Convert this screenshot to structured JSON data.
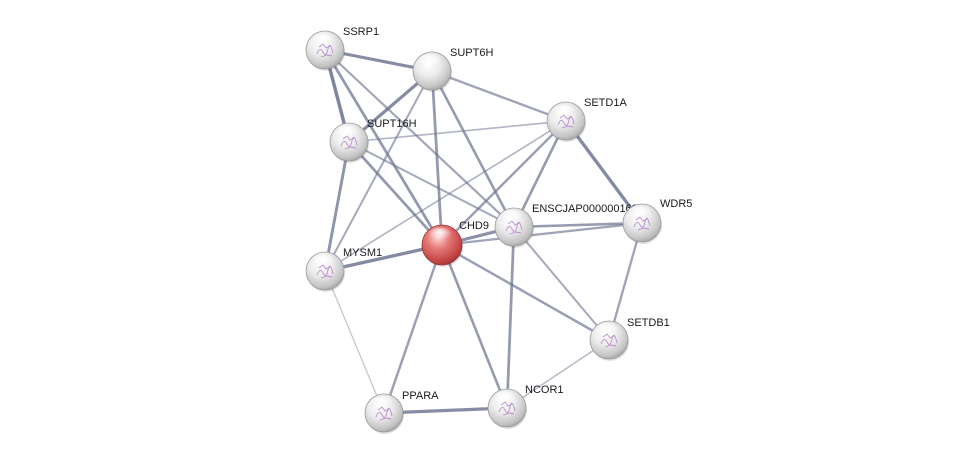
{
  "network": {
    "query_color": "#e06666",
    "node_color": "#e8e8e8",
    "edge_color": "#6b7390",
    "nodes": [
      {
        "id": "SSRP1",
        "label": "SSRP1",
        "query": false,
        "structure": true
      },
      {
        "id": "SUPT6H",
        "label": "SUPT6H",
        "query": false,
        "structure": false
      },
      {
        "id": "SETD1A",
        "label": "SETD1A",
        "query": false,
        "structure": true
      },
      {
        "id": "SUPT16H",
        "label": "SUPT16H",
        "query": false,
        "structure": true
      },
      {
        "id": "ENSCJAP00000016258",
        "label": "ENSCJAP00000016258",
        "query": false,
        "structure": true
      },
      {
        "id": "WDR5",
        "label": "WDR5",
        "query": false,
        "structure": true
      },
      {
        "id": "CHD9",
        "label": "CHD9",
        "query": true,
        "structure": false
      },
      {
        "id": "MYSM1",
        "label": "MYSM1",
        "query": false,
        "structure": true
      },
      {
        "id": "SETDB1",
        "label": "SETDB1",
        "query": false,
        "structure": true
      },
      {
        "id": "NCOR1",
        "label": "NCOR1",
        "query": false,
        "structure": true
      },
      {
        "id": "PPARA",
        "label": "PPARA",
        "query": false,
        "structure": true
      }
    ],
    "edges": [
      {
        "source": "SSRP1",
        "target": "SUPT6H",
        "confidence": 0.85
      },
      {
        "source": "SSRP1",
        "target": "SUPT16H",
        "confidence": 0.95
      },
      {
        "source": "SSRP1",
        "target": "CHD9",
        "confidence": 0.7
      },
      {
        "source": "SSRP1",
        "target": "ENSCJAP00000016258",
        "confidence": 0.5
      },
      {
        "source": "SUPT6H",
        "target": "SUPT16H",
        "confidence": 0.85
      },
      {
        "source": "SUPT6H",
        "target": "SETD1A",
        "confidence": 0.55
      },
      {
        "source": "SUPT6H",
        "target": "CHD9",
        "confidence": 0.7
      },
      {
        "source": "SUPT6H",
        "target": "ENSCJAP00000016258",
        "confidence": 0.65
      },
      {
        "source": "SUPT6H",
        "target": "MYSM1",
        "confidence": 0.45
      },
      {
        "source": "SUPT16H",
        "target": "SETD1A",
        "confidence": 0.3
      },
      {
        "source": "SUPT16H",
        "target": "CHD9",
        "confidence": 0.7
      },
      {
        "source": "SUPT16H",
        "target": "MYSM1",
        "confidence": 0.75
      },
      {
        "source": "SUPT16H",
        "target": "ENSCJAP00000016258",
        "confidence": 0.45
      },
      {
        "source": "SETD1A",
        "target": "WDR5",
        "confidence": 0.9
      },
      {
        "source": "SETD1A",
        "target": "ENSCJAP00000016258",
        "confidence": 0.65
      },
      {
        "source": "SETD1A",
        "target": "CHD9",
        "confidence": 0.6
      },
      {
        "source": "SETD1A",
        "target": "MYSM1",
        "confidence": 0.3
      },
      {
        "source": "CHD9",
        "target": "ENSCJAP00000016258",
        "confidence": 0.8
      },
      {
        "source": "CHD9",
        "target": "WDR5",
        "confidence": 0.55
      },
      {
        "source": "CHD9",
        "target": "MYSM1",
        "confidence": 0.9
      },
      {
        "source": "CHD9",
        "target": "SETDB1",
        "confidence": 0.6
      },
      {
        "source": "CHD9",
        "target": "NCOR1",
        "confidence": 0.65
      },
      {
        "source": "CHD9",
        "target": "PPARA",
        "confidence": 0.6
      },
      {
        "source": "ENSCJAP00000016258",
        "target": "WDR5",
        "confidence": 0.65
      },
      {
        "source": "ENSCJAP00000016258",
        "target": "SETDB1",
        "confidence": 0.45
      },
      {
        "source": "ENSCJAP00000016258",
        "target": "NCOR1",
        "confidence": 0.7
      },
      {
        "source": "WDR5",
        "target": "SETDB1",
        "confidence": 0.55
      },
      {
        "source": "SETDB1",
        "target": "NCOR1",
        "confidence": 0.25
      },
      {
        "source": "MYSM1",
        "target": "PPARA",
        "confidence": 0.15
      },
      {
        "source": "NCOR1",
        "target": "PPARA",
        "confidence": 0.85
      }
    ]
  }
}
